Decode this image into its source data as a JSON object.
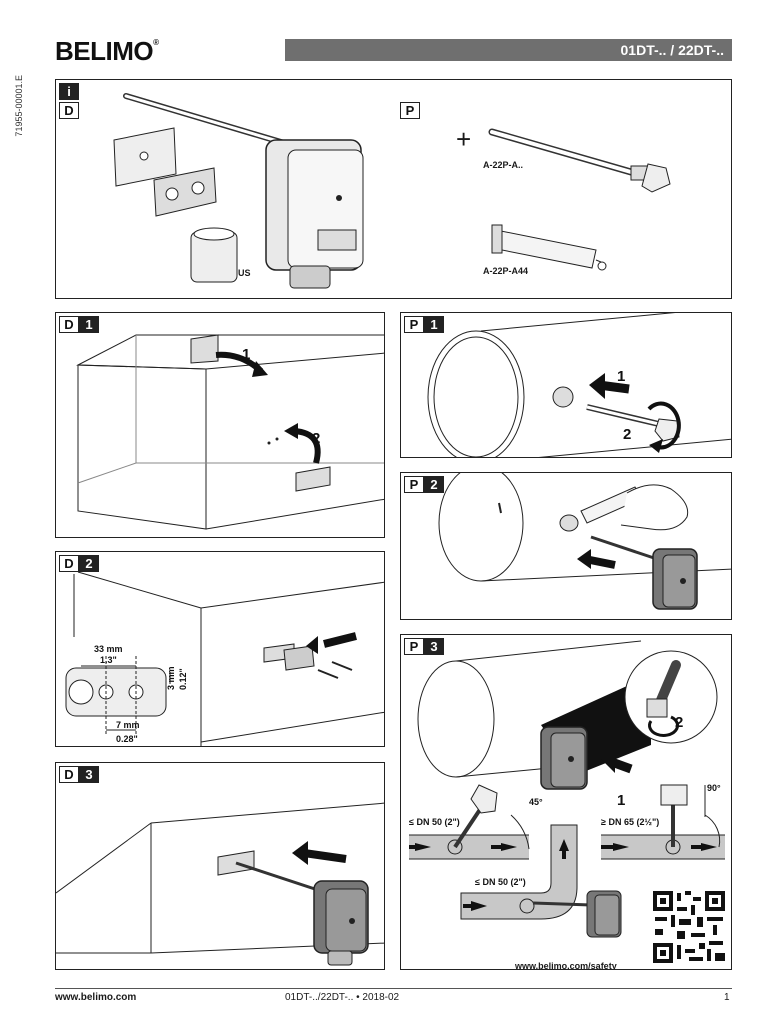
{
  "header": {
    "brand": "BELIMO",
    "brand_mark": "®",
    "model": "01DT-.. / 22DT-..",
    "doc_id": "71955-00001.E"
  },
  "panels": {
    "info": {
      "badge": "i",
      "d_label": "D",
      "p_label": "P",
      "plus": "+",
      "us_label": "US",
      "acc1": "A-22P-A..",
      "acc2": "A-22P-A44"
    },
    "d1": {
      "letter": "D",
      "num": "1",
      "step1": "1",
      "step2": "2"
    },
    "d2": {
      "letter": "D",
      "num": "2",
      "dim_w_mm": "33 mm",
      "dim_w_in": "1.3\"",
      "dim_h_mm": "3 mm",
      "dim_h_in": "0.12\"",
      "dim_b_mm": "7 mm",
      "dim_b_in": "0.28\""
    },
    "d3": {
      "letter": "D",
      "num": "3"
    },
    "p1": {
      "letter": "P",
      "num": "1",
      "step1": "1",
      "step2": "2"
    },
    "p2": {
      "letter": "P",
      "num": "2"
    },
    "p3": {
      "letter": "P",
      "num": "3",
      "step1": "1",
      "step2": "2",
      "dn50a": "≤ DN 50 (2\")",
      "angle45": "45°",
      "dn65": "≥ DN 65 (2½\")",
      "angle90": "90°",
      "dn50b": "≤ DN 50 (2\")",
      "safety_url": "www.belimo.com/safety"
    }
  },
  "footer": {
    "url": "www.belimo.com",
    "doc": "01DT-../22DT-.. • 2018-02",
    "page": "1"
  },
  "colors": {
    "titlebar": "#6f6f6f",
    "ink": "#1a1a1a",
    "pipe_band": "#c8c8c8"
  }
}
